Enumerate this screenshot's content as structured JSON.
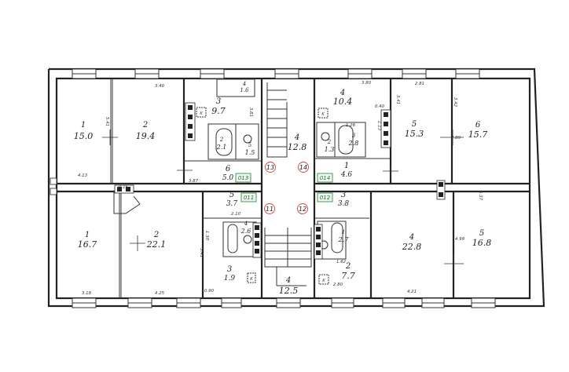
{
  "plan": {
    "rooms": {
      "tl1": {
        "num": "1",
        "area": "15.0"
      },
      "tl2": {
        "num": "2",
        "area": "19.4"
      },
      "tl3": {
        "num": "3",
        "area": "9.7"
      },
      "tl4": {
        "num": "4",
        "area": "1.6"
      },
      "tl2b": {
        "num": "2",
        "area": "2.1"
      },
      "tl5": {
        "num": "5",
        "area": "1.5"
      },
      "tl6": {
        "num": "6",
        "area": "5.0"
      },
      "stair_top": {
        "num": "4",
        "area": "12.8"
      },
      "tr4": {
        "num": "4",
        "area": "10.4"
      },
      "tr3": {
        "num": "3",
        "area": "2.8"
      },
      "tr2": {
        "num": "2",
        "area": "1.3"
      },
      "tr1": {
        "num": "1",
        "area": "4.6"
      },
      "tr5": {
        "num": "5",
        "area": "15.3"
      },
      "tr6": {
        "num": "6",
        "area": "15.7"
      },
      "bl1": {
        "num": "1",
        "area": "16.7"
      },
      "bl2": {
        "num": "2",
        "area": "22.1"
      },
      "bl5": {
        "num": "5",
        "area": "3.7"
      },
      "bl4": {
        "num": "4",
        "area": "2.6"
      },
      "bl3": {
        "num": "3",
        "area": "1.9"
      },
      "stair_bot": {
        "num": "4",
        "area": "12.5"
      },
      "br3": {
        "num": "3",
        "area": "3.8"
      },
      "br1": {
        "num": "1",
        "area": "2.7"
      },
      "br2": {
        "num": "2",
        "area": "7.7"
      },
      "br4": {
        "num": "4",
        "area": "22.8"
      },
      "br5": {
        "num": "5",
        "area": "16.8"
      }
    },
    "apartment_tags": [
      "013",
      "014",
      "011",
      "012"
    ],
    "circled_numbers": [
      "13",
      "14",
      "11",
      "12"
    ],
    "kitchen_marks": [
      "K",
      "K",
      "K",
      "K"
    ],
    "dimensions": [
      "3.40",
      "5.41",
      "4.13",
      "3.87",
      "3.81",
      "0.15",
      "3.80",
      "2.81",
      "3.41",
      "3.42",
      "2.89",
      "1.26",
      "1.13",
      "0.40",
      "4.25",
      "3.18",
      "5.41",
      "2.10",
      "1.62",
      "4.21",
      "4.99",
      "5.37",
      "2.80",
      "1.30",
      "0.90"
    ]
  }
}
